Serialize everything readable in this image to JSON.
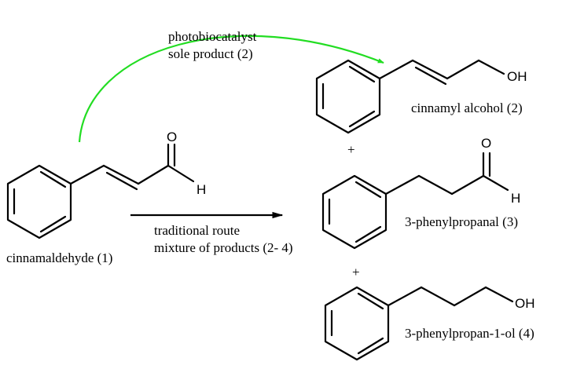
{
  "reactant": {
    "name": "cinnamaldehyde (1)",
    "atoms": {
      "O": "O",
      "H": "H"
    }
  },
  "green_arrow": {
    "color": "#22dd22",
    "line1": "photobiocatalyst",
    "line2": "sole product (2)"
  },
  "black_arrow": {
    "color": "#000000",
    "line1": "traditional route",
    "line2": "mixture of products (2- 4)"
  },
  "products": [
    {
      "name": "cinnamyl alcohol (2)",
      "atoms": {
        "OH": "OH"
      }
    },
    {
      "name": "3-phenylpropanal (3)",
      "atoms": {
        "O": "O",
        "H": "H"
      }
    },
    {
      "name": "3-phenylpropan-1-ol (4)",
      "atoms": {
        "OH": "OH"
      }
    }
  ],
  "plus_signs": [
    "+",
    "+"
  ]
}
